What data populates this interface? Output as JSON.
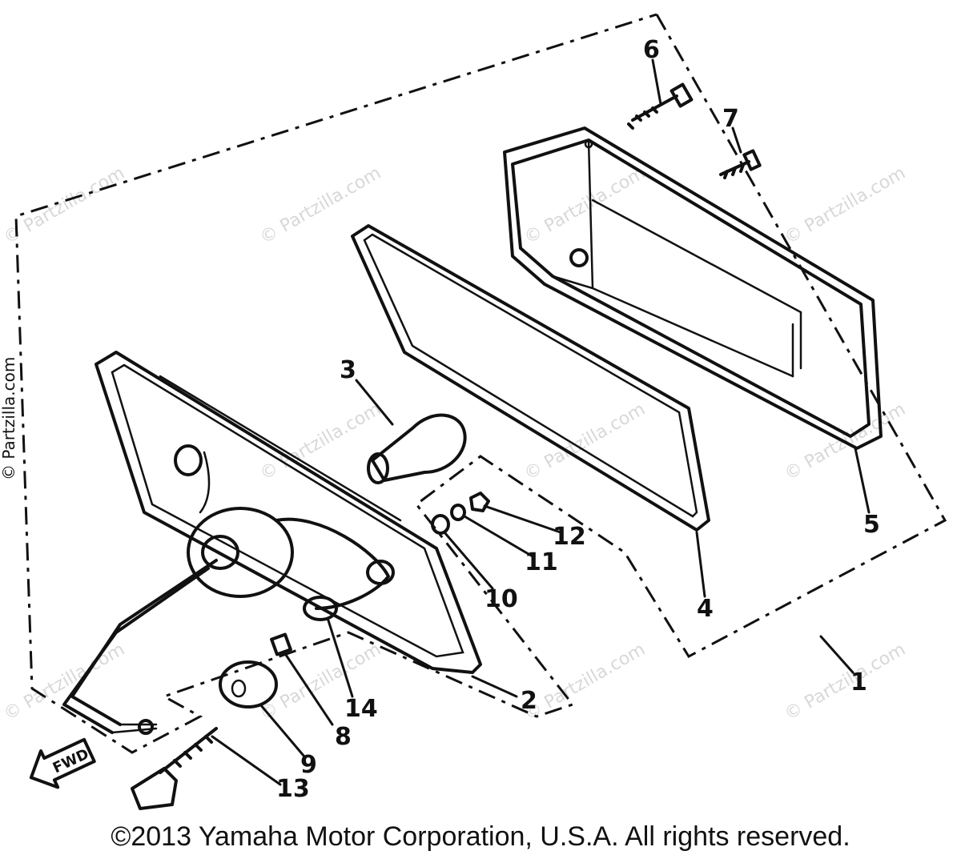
{
  "callouts": {
    "c1": "1",
    "c2": "2",
    "c3": "3",
    "c4": "4",
    "c5": "5",
    "c6": "6",
    "c7": "7",
    "c8": "8",
    "c9": "9",
    "c10": "10",
    "c11": "11",
    "c12": "12",
    "c13": "13",
    "c14": "14"
  },
  "fwd_label": "FWD",
  "watermark": "© Partzilla.com",
  "copyright": "©2013 Yamaha Motor Corporation, U.S.A. All rights reserved."
}
